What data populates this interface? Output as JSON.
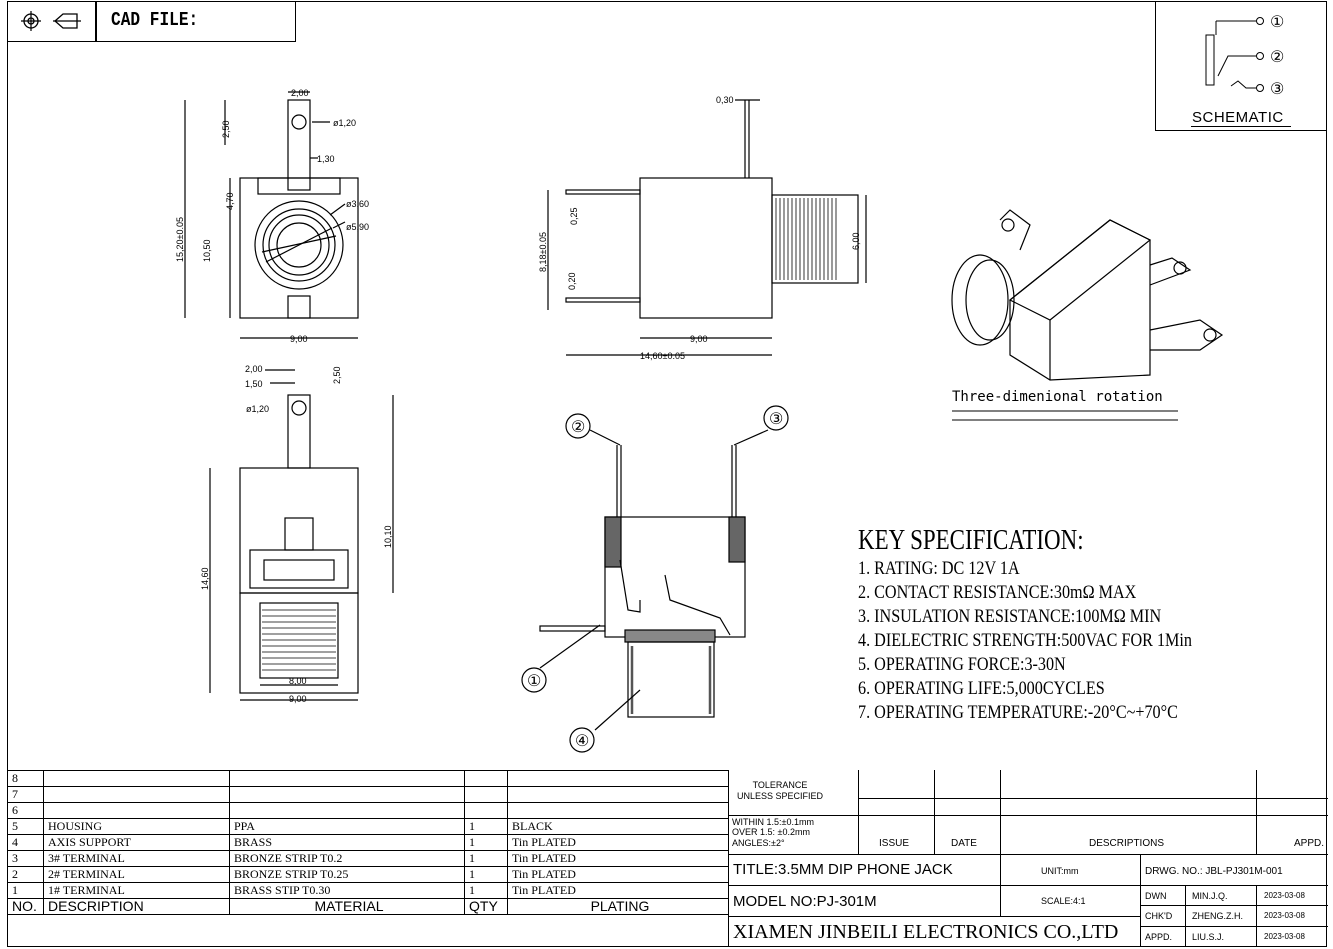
{
  "header": {
    "cad_label": "CAD FILE:"
  },
  "schematic": {
    "label": "SCHEMATIC",
    "pins": [
      "①",
      "②",
      "③"
    ]
  },
  "caption_3d": "Three-dimenional rotation",
  "callouts": [
    "①",
    "②",
    "③",
    "④"
  ],
  "dimensions": {
    "front": [
      "2,00",
      "2,50",
      "ø1,20",
      "1,30",
      "15,20±0.05",
      "10,50",
      "4,70",
      "ø3,60",
      "ø5,90",
      "9,00"
    ],
    "side": [
      "0,30",
      "0,25",
      "8,18±0.05",
      "0,20",
      "6,00",
      "9,00",
      "14,60±0.05"
    ],
    "bottom": [
      "2,00",
      "1,50",
      "2,50",
      "ø1,20",
      "14,60",
      "10,10",
      "8,00",
      "9,00"
    ]
  },
  "spec": {
    "title": "KEY SPECIFICATION:",
    "items": [
      "1. RATING: DC 12V  1A",
      "2. CONTACT RESISTANCE:30mΩ MAX",
      "3. INSULATION RESISTANCE:100MΩ MIN",
      "4. DIELECTRIC STRENGTH:500VAC FOR 1Min",
      "5. OPERATING FORCE:3-30N",
      "6. OPERATING LIFE:5,000CYCLES",
      "7. OPERATING TEMPERATURE:-20°C~+70°C"
    ]
  },
  "bom": {
    "rows": [
      {
        "no": "8",
        "desc": "",
        "material": "",
        "qty": "",
        "plating": ""
      },
      {
        "no": "7",
        "desc": "",
        "material": "",
        "qty": "",
        "plating": ""
      },
      {
        "no": "6",
        "desc": "",
        "material": "",
        "qty": "",
        "plating": ""
      },
      {
        "no": "5",
        "desc": "HOUSING",
        "material": "PPA",
        "qty": "1",
        "plating": "BLACK"
      },
      {
        "no": "4",
        "desc": "AXIS SUPPORT",
        "material": "BRASS",
        "qty": "1",
        "plating": "Tin PLATED"
      },
      {
        "no": "3",
        "desc": "3# TERMINAL",
        "material": "BRONZE STRIP T0.2",
        "qty": "1",
        "plating": "Tin PLATED"
      },
      {
        "no": "2",
        "desc": "2# TERMINAL",
        "material": "BRONZE STRIP T0.25",
        "qty": "1",
        "plating": "Tin PLATED"
      },
      {
        "no": "1",
        "desc": "1# TERMINAL",
        "material": "BRASS STIP T0.30",
        "qty": "1",
        "plating": "Tin PLATED"
      }
    ],
    "header": {
      "no": "NO.",
      "desc": "DESCRIPTION",
      "material": "MATERIAL",
      "qty": "QTY",
      "plating": "PLATING"
    }
  },
  "title_block": {
    "tolerance": "TOLERANCE\nUNLESS SPECIFIED",
    "within": "WITHIN 1.5:±0.1mm",
    "over": "OVER 1.5: ±0.2mm",
    "angles": "ANGLES:±2°",
    "issue": "ISSUE",
    "date": "DATE",
    "descriptions": "DESCRIPTIONS",
    "appd": "APPD.",
    "title": "TITLE:3.5MM DIP PHONE JACK",
    "unit": "UNIT:mm",
    "drwg": "DRWG. NO.: JBL-PJ301M-001",
    "model": "MODEL NO:PJ-301M",
    "scale": "SCALE:4:1",
    "company": "XIAMEN JINBEILI ELECTRONICS CO.,LTD",
    "dwn_label": "DWN",
    "dwn_name": "MIN.J.Q.",
    "dwn_date": "2023-03-08",
    "chk_label": "CHK'D",
    "chk_name": "ZHENG.Z.H.",
    "chk_date": "2023-03-08",
    "appd_label": "APPD.",
    "appd_name": "LIU.S.J.",
    "appd_date": "2023-03-08"
  }
}
